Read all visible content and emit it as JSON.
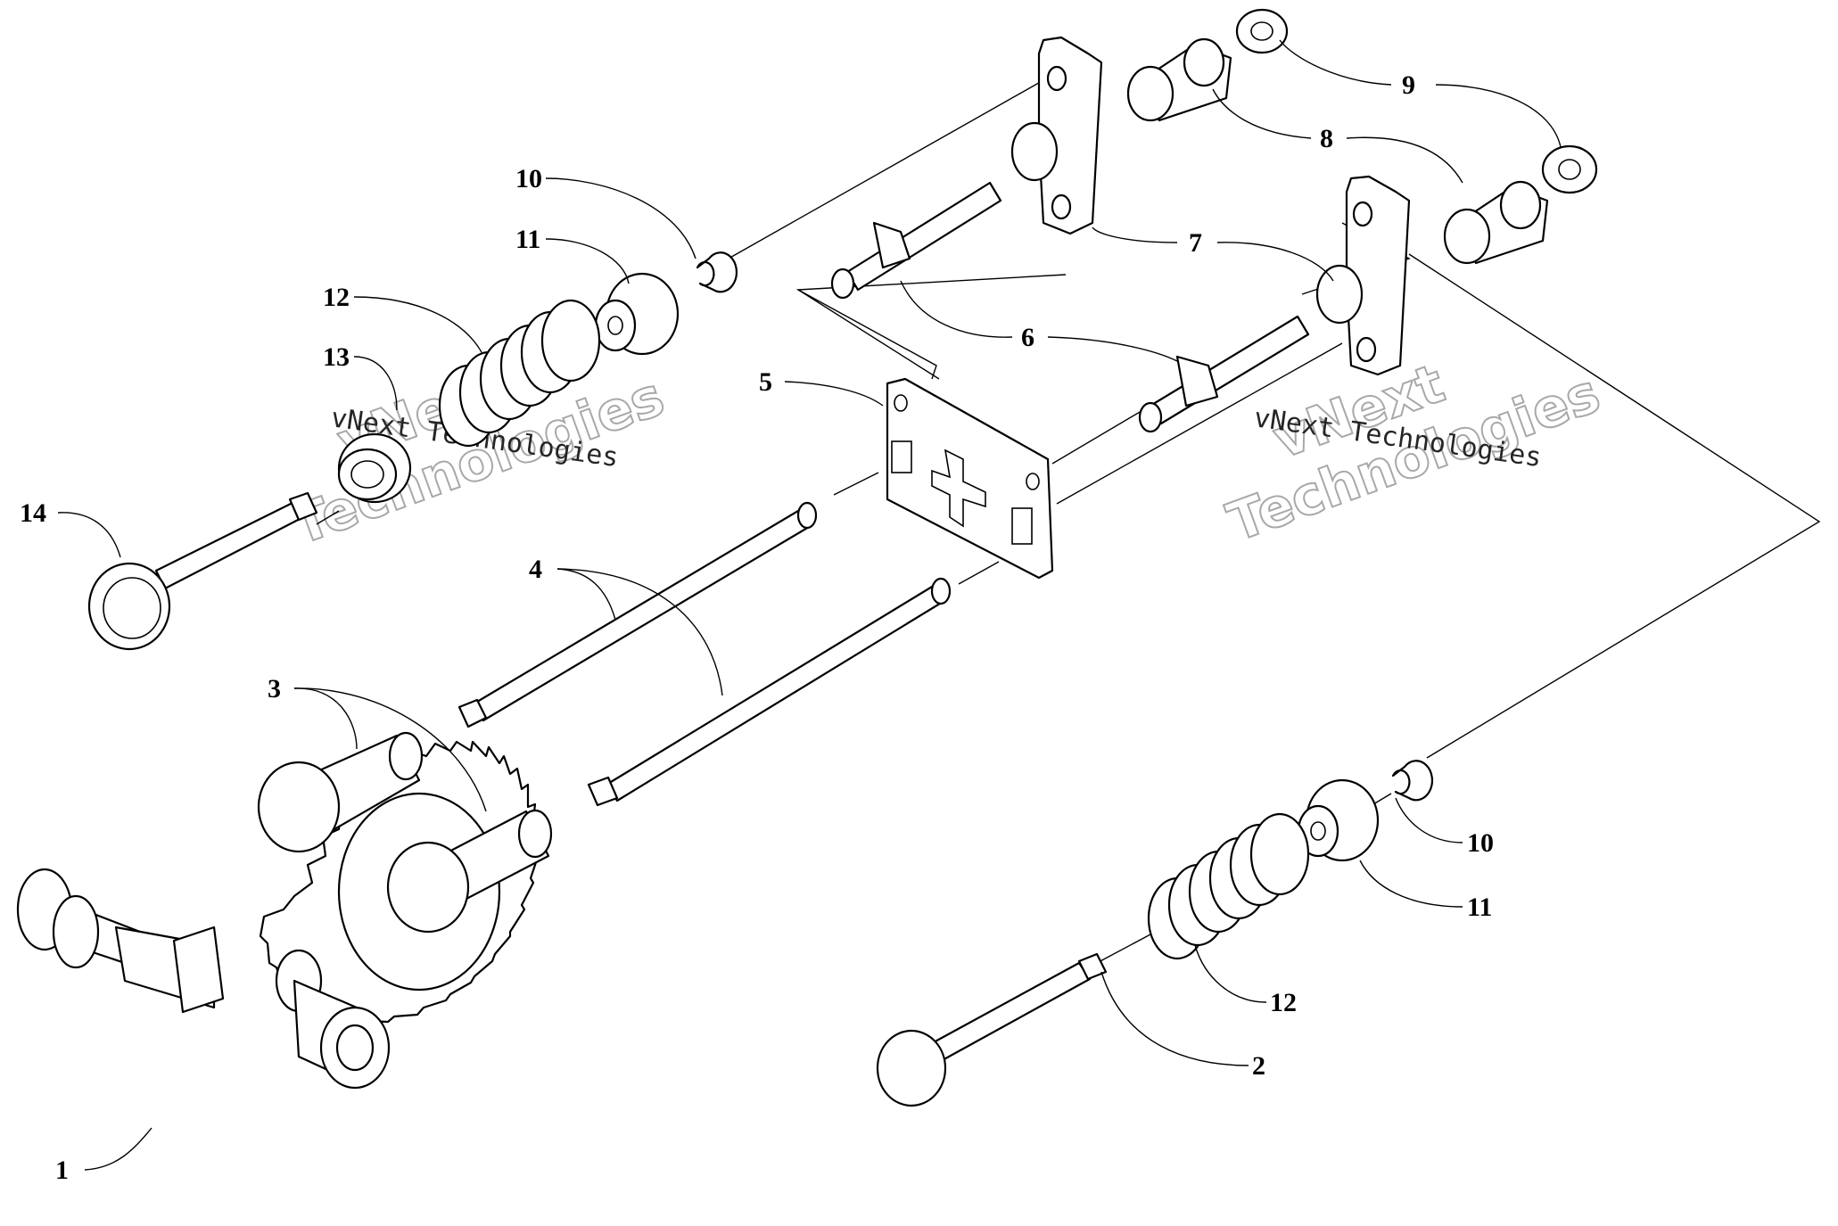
{
  "callouts": {
    "c1": "1",
    "c2": "2",
    "c3": "3",
    "c4": "4",
    "c5": "5",
    "c6": "6",
    "c7": "7",
    "c8": "8",
    "c9": "9",
    "c10a": "10",
    "c10b": "10",
    "c11a": "11",
    "c11b": "11",
    "c12a": "12",
    "c12b": "12",
    "c13": "13",
    "c14": "14"
  },
  "watermark": {
    "left_small": "vNext Technologies",
    "left_big_line1": "vNext",
    "left_big_line2": "Technologies",
    "right_small": "vNext Technologies",
    "right_big_line1": "vNext",
    "right_big_line2": "Technologies"
  }
}
